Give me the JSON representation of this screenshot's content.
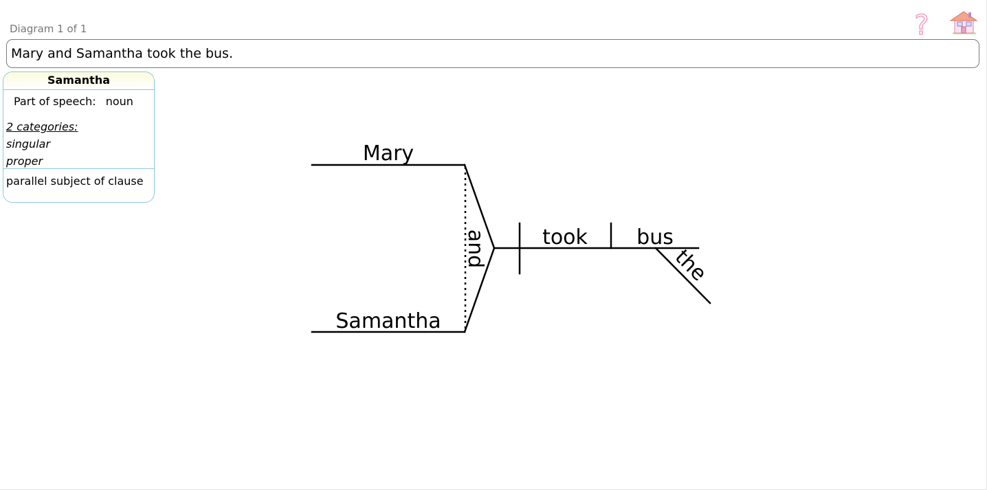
{
  "header": {
    "diagram_counter": "Diagram 1 of 1",
    "help_glyph": "?",
    "help_icon": "question-mark-icon",
    "home_icon": "house-icon"
  },
  "sentence": "Mary and Samantha took the bus.",
  "info_card": {
    "word": "Samantha",
    "part_of_speech_label": "Part of speech:",
    "part_of_speech_value": "noun",
    "categories_header": "2 categories:",
    "categories": [
      "singular",
      "proper"
    ],
    "role": "parallel subject of clause"
  },
  "diagram": {
    "subjects": [
      "Mary",
      "Samantha"
    ],
    "conjunction": "and",
    "verb": "took",
    "direct_object": "bus",
    "modifier": "the"
  },
  "colors": {
    "card_border": "#8ec6de",
    "card_title_bg": "#fbfbdc",
    "help_icon": "#f2a2c4",
    "counter_text": "#777777"
  }
}
